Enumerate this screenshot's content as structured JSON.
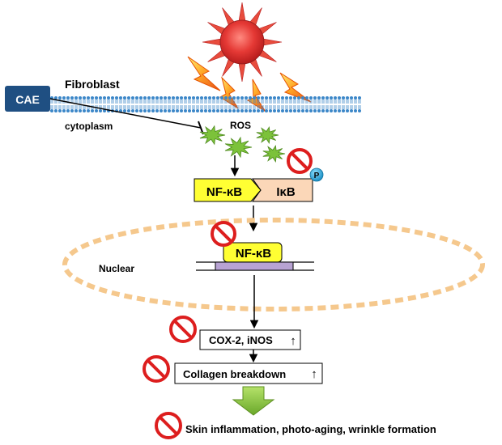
{
  "labels": {
    "cae": "CAE",
    "fibroblast": "Fibroblast",
    "cytoplasm": "cytoplasm",
    "ros": "ROS",
    "nfkb": "NF-κB",
    "ikb": "IκB",
    "phospho": "P",
    "nfkb_nuclear": "NF-κB",
    "nuclear": "Nuclear",
    "cox_inos": "COX-2, iNOS",
    "collagen": "Collagen breakdown",
    "outcome": "Skin inflammation, photo-aging, wrinkle formation",
    "up_arrow": "↑"
  },
  "colors": {
    "sun": "#e03a3a",
    "ray": "#e84c3d",
    "lightning": "#f07a1e",
    "membrane": "#3c87c8",
    "cae_box": "#1f4f82",
    "ros": "#7cc23a",
    "nfkb": "#ffff33",
    "ikb": "#fbd7b8",
    "phospho": "#2aa4d8",
    "nucleus_outline": "#f5c88d",
    "dna_block": "#b8a3d3",
    "inhibit": "#dd1e1e",
    "down_arrow": "#8cc63f"
  }
}
